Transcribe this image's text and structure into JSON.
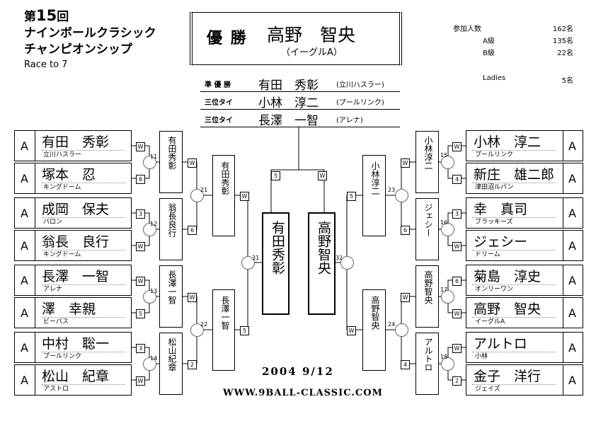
{
  "header": {
    "edition_prefix": "第",
    "edition_num": "15",
    "edition_suffix": "回",
    "title_line1": "ナインボールクラシック",
    "title_line2": "チャンピオンシップ",
    "race": "Race to 7"
  },
  "champion": {
    "label": "優 勝",
    "name": "高野　智央",
    "club": "（イーグルA）"
  },
  "placings": [
    {
      "label": "準 優 勝",
      "name": "有田　秀彰",
      "club": "(立川ハスラー)"
    },
    {
      "label": "三位タイ",
      "name": "小林　淳二",
      "club": "(プールリンク)"
    },
    {
      "label": "三位タイ",
      "name": "長澤　一智",
      "club": "(アレナ)"
    }
  ],
  "stats": [
    {
      "label": "参加人数",
      "value": "162名"
    },
    {
      "label": "A級",
      "value": "135名"
    },
    {
      "label": "B級",
      "value": "22名"
    },
    {
      "label": "Ladies",
      "value": "5名"
    }
  ],
  "left_players": [
    {
      "grade": "A",
      "name": "有田　秀彰",
      "club": "立川ハスラー",
      "score": "W"
    },
    {
      "grade": "A",
      "name": "塚本　忍",
      "club": "キングドーム",
      "score": "6"
    },
    {
      "grade": "A",
      "name": "成岡　保夫",
      "club": "バロン",
      "score": "3"
    },
    {
      "grade": "A",
      "name": "翁長　良行",
      "club": "キングドーム",
      "score": "W"
    },
    {
      "grade": "A",
      "name": "長澤　一智",
      "club": "アレナ",
      "score": "W"
    },
    {
      "grade": "A",
      "name": "澤　幸親",
      "club": "ビーパス",
      "score": "5"
    },
    {
      "grade": "A",
      "name": "中村　聡一",
      "club": "プールリンク",
      "score": "3"
    },
    {
      "grade": "A",
      "name": "松山　紀章",
      "club": "アストロ",
      "score": "W"
    }
  ],
  "right_players": [
    {
      "grade": "A",
      "name": "小林　淳二",
      "club": "プールリンク",
      "score": "W"
    },
    {
      "grade": "A",
      "name": "新庄　雄二郎",
      "club": "津田沼ルパン",
      "score": "4"
    },
    {
      "grade": "A",
      "name": "幸　真司",
      "club": "ブラッキーズ",
      "score": "3"
    },
    {
      "grade": "A",
      "name": "ジェシー",
      "club": "ドリーム",
      "score": "W"
    },
    {
      "grade": "A",
      "name": "菊島　淳史",
      "club": "オンリーワン",
      "score": "6"
    },
    {
      "grade": "A",
      "name": "高野　智央",
      "club": "イーグルA",
      "score": "W"
    },
    {
      "grade": "A",
      "name": "アルトロ",
      "club": "小林",
      "score": "W"
    },
    {
      "grade": "A",
      "name": "金子　洋行",
      "club": "ジェイズ",
      "score": "2"
    }
  ],
  "left_r1_winners": [
    {
      "name": "有田秀彰",
      "score": "W"
    },
    {
      "name": "翁長良行",
      "score": "6"
    },
    {
      "name": "長澤一智",
      "score": "W"
    },
    {
      "name": "松山紀章",
      "score": "2"
    }
  ],
  "right_r1_winners": [
    {
      "name": "小林淳二",
      "score": "W"
    },
    {
      "name": "ジェシー",
      "score": "6"
    },
    {
      "name": "高野智央",
      "score": "W"
    },
    {
      "name": "アルトロ",
      "score": "4"
    }
  ],
  "left_r2_winners": [
    {
      "name": "有田秀彰",
      "score": "W"
    },
    {
      "name": "長澤一智",
      "score": "5"
    }
  ],
  "right_r2_winners": [
    {
      "name": "小林淳二",
      "score": "5"
    },
    {
      "name": "高野智央",
      "score": "W"
    }
  ],
  "match_numbers": {
    "left_r1": [
      "11",
      "12",
      "13",
      "14"
    ],
    "right_r1": [
      "15",
      "16",
      "17",
      "18"
    ],
    "left_r2": [
      "21",
      "22"
    ],
    "right_r2": [
      "23",
      "24"
    ],
    "left_r3": "31",
    "right_r3": "32"
  },
  "final": {
    "left": {
      "name": "有田秀彰",
      "score": "5"
    },
    "right": {
      "name": "高野智央",
      "score": "W"
    }
  },
  "footer": {
    "date": "2004 9/12",
    "url": "WWW.9BALL-CLASSIC.COM"
  }
}
